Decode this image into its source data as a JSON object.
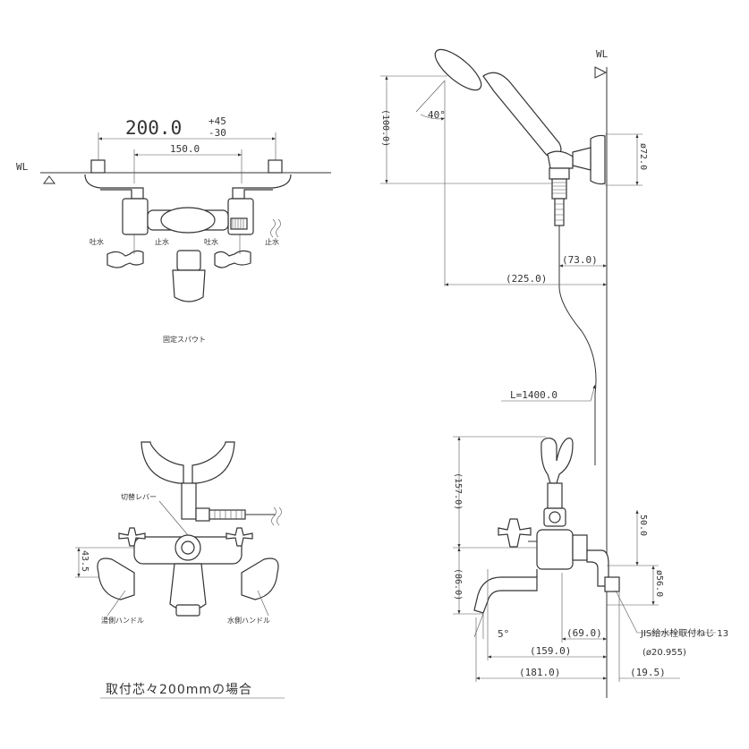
{
  "top_view": {
    "wl": "WL",
    "dim_main": "200.0",
    "tol_plus": "+45",
    "tol_minus": "-30",
    "dim_150": "150.0",
    "label_spout_left": "吐水",
    "label_stop_left": "止水",
    "label_spout_right": "吐水",
    "label_stop_right": "止水",
    "caption": "固定スパウト"
  },
  "front_view": {
    "lever": "切替レバー",
    "hot_handle": "湯側ハンドル",
    "cold_handle": "水側ハンドル",
    "dim_43_5": "43.5"
  },
  "side_view": {
    "wl": "WL",
    "dim_100": "(100.0)",
    "angle_40": "40°",
    "dim_72": "ø72.0",
    "dim_73": "(73.0)",
    "dim_225": "(225.0)",
    "hose_length": "L=1400.0",
    "dim_157": "(157.0)",
    "dim_50": "50.0",
    "dim_86": "(86.0)",
    "dim_56": "ø56.0",
    "angle_5": "5°",
    "dim_69": "(69.0)",
    "dim_159": "(159.0)",
    "dim_181": "(181.0)",
    "dim_19_5": "(19.5)",
    "thread_note": "JIS給水栓取付ねじ 13",
    "thread_dia": "(ø20.955)"
  },
  "caption": "取付芯々200mmの場合"
}
